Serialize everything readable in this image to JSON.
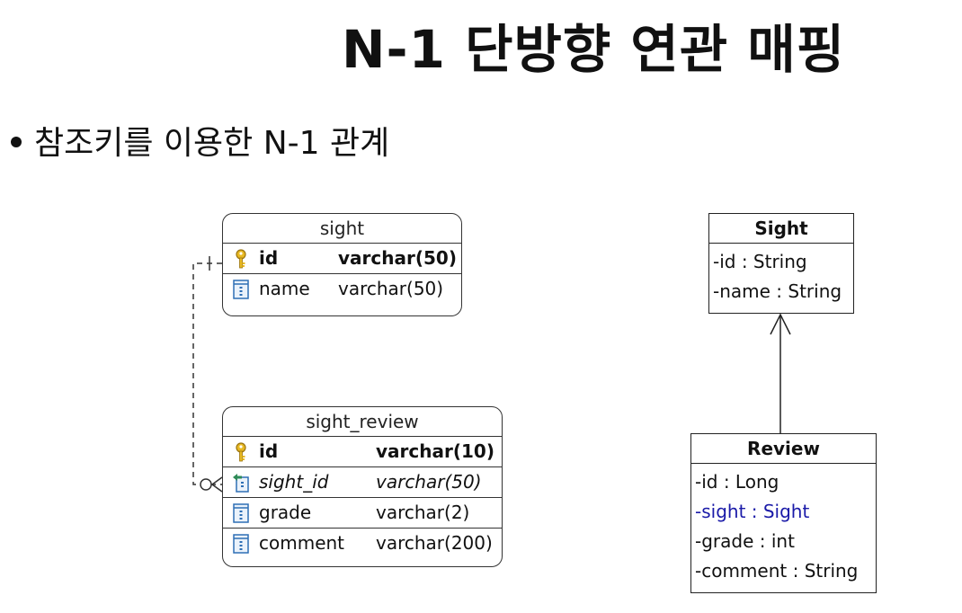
{
  "slide": {
    "title": "N-1 단방향 연관 매핑",
    "bullet": "참조키를 이용한 N-1 관계"
  },
  "er": {
    "sight": {
      "name": "sight",
      "columns": [
        {
          "name": "id",
          "type": "varchar(50)",
          "key": "pk"
        },
        {
          "name": "name",
          "type": "varchar(50)",
          "key": "none"
        }
      ]
    },
    "sight_review": {
      "name": "sight_review",
      "columns": [
        {
          "name": "id",
          "type": "varchar(10)",
          "key": "pk"
        },
        {
          "name": "sight_id",
          "type": "varchar(50)",
          "key": "fk"
        },
        {
          "name": "grade",
          "type": "varchar(2)",
          "key": "none"
        },
        {
          "name": "comment",
          "type": "varchar(200)",
          "key": "none"
        }
      ]
    },
    "relationship": {
      "from": "sight_review.sight_id",
      "to": "sight.id",
      "cardinality": "many-to-one (zero or many to one)"
    }
  },
  "uml": {
    "sight": {
      "name": "Sight",
      "attributes": [
        "-id : String",
        "-name : String"
      ]
    },
    "review": {
      "name": "Review",
      "attributes": [
        "-id : Long",
        "-sight : Sight",
        "-grade : int",
        "-comment : String"
      ]
    },
    "association": {
      "from": "Review",
      "to": "Sight",
      "direction": "unidirectional"
    }
  },
  "colors": {
    "key_icon": "#d4a017",
    "column_icon": "#2e6fb5",
    "fk_arrow": "#2e8b57",
    "highlight_attr": "#1a1aa8"
  }
}
